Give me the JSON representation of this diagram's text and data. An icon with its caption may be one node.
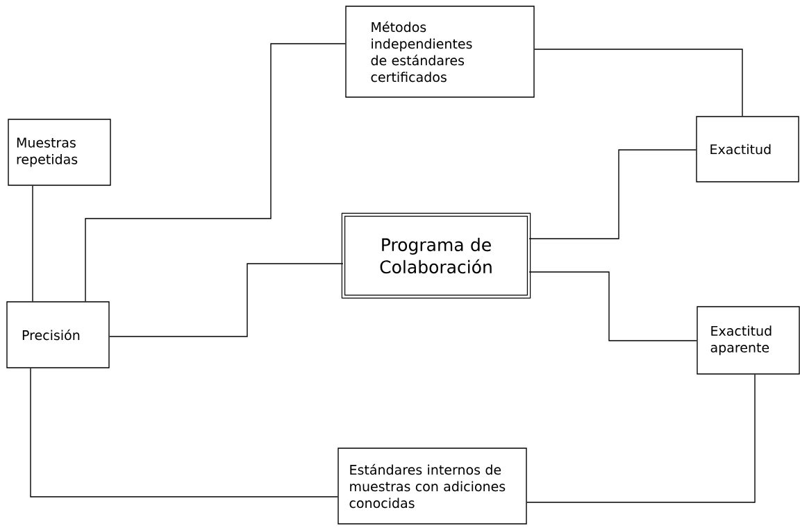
{
  "diagram": {
    "nodes": [
      {
        "text": [
          "Métodos independientes de estándares certificados"
        ]
      },
      {
        "text": [
          "Muestras repetidas"
        ]
      },
      {
        "text": [
          "Exactitud"
        ]
      },
      {
        "text": [
          "Programa de Colaboración"
        ]
      },
      {
        "text": [
          "Precisión"
        ]
      },
      {
        "text": [
          "Exactitud aparente"
        ]
      },
      {
        "text": [
          "Estándares internos de muestras con adiciones conocidas"
        ]
      }
    ],
    "edges": [
      {
        "from": 1,
        "to": 4,
        "arrow": "none"
      },
      {
        "from": 4,
        "to": 0,
        "arrow": "none"
      },
      {
        "from": 0,
        "to": 2,
        "arrow": "none"
      },
      {
        "from": 4,
        "to": 3,
        "arrow": "none"
      },
      {
        "from": 3,
        "to": 2,
        "arrow": "none"
      },
      {
        "from": 3,
        "to": 5,
        "arrow": "none"
      },
      {
        "from": 4,
        "to": 6,
        "arrow": "none"
      },
      {
        "from": 6,
        "to": 5,
        "arrow": "none"
      }
    ]
  }
}
